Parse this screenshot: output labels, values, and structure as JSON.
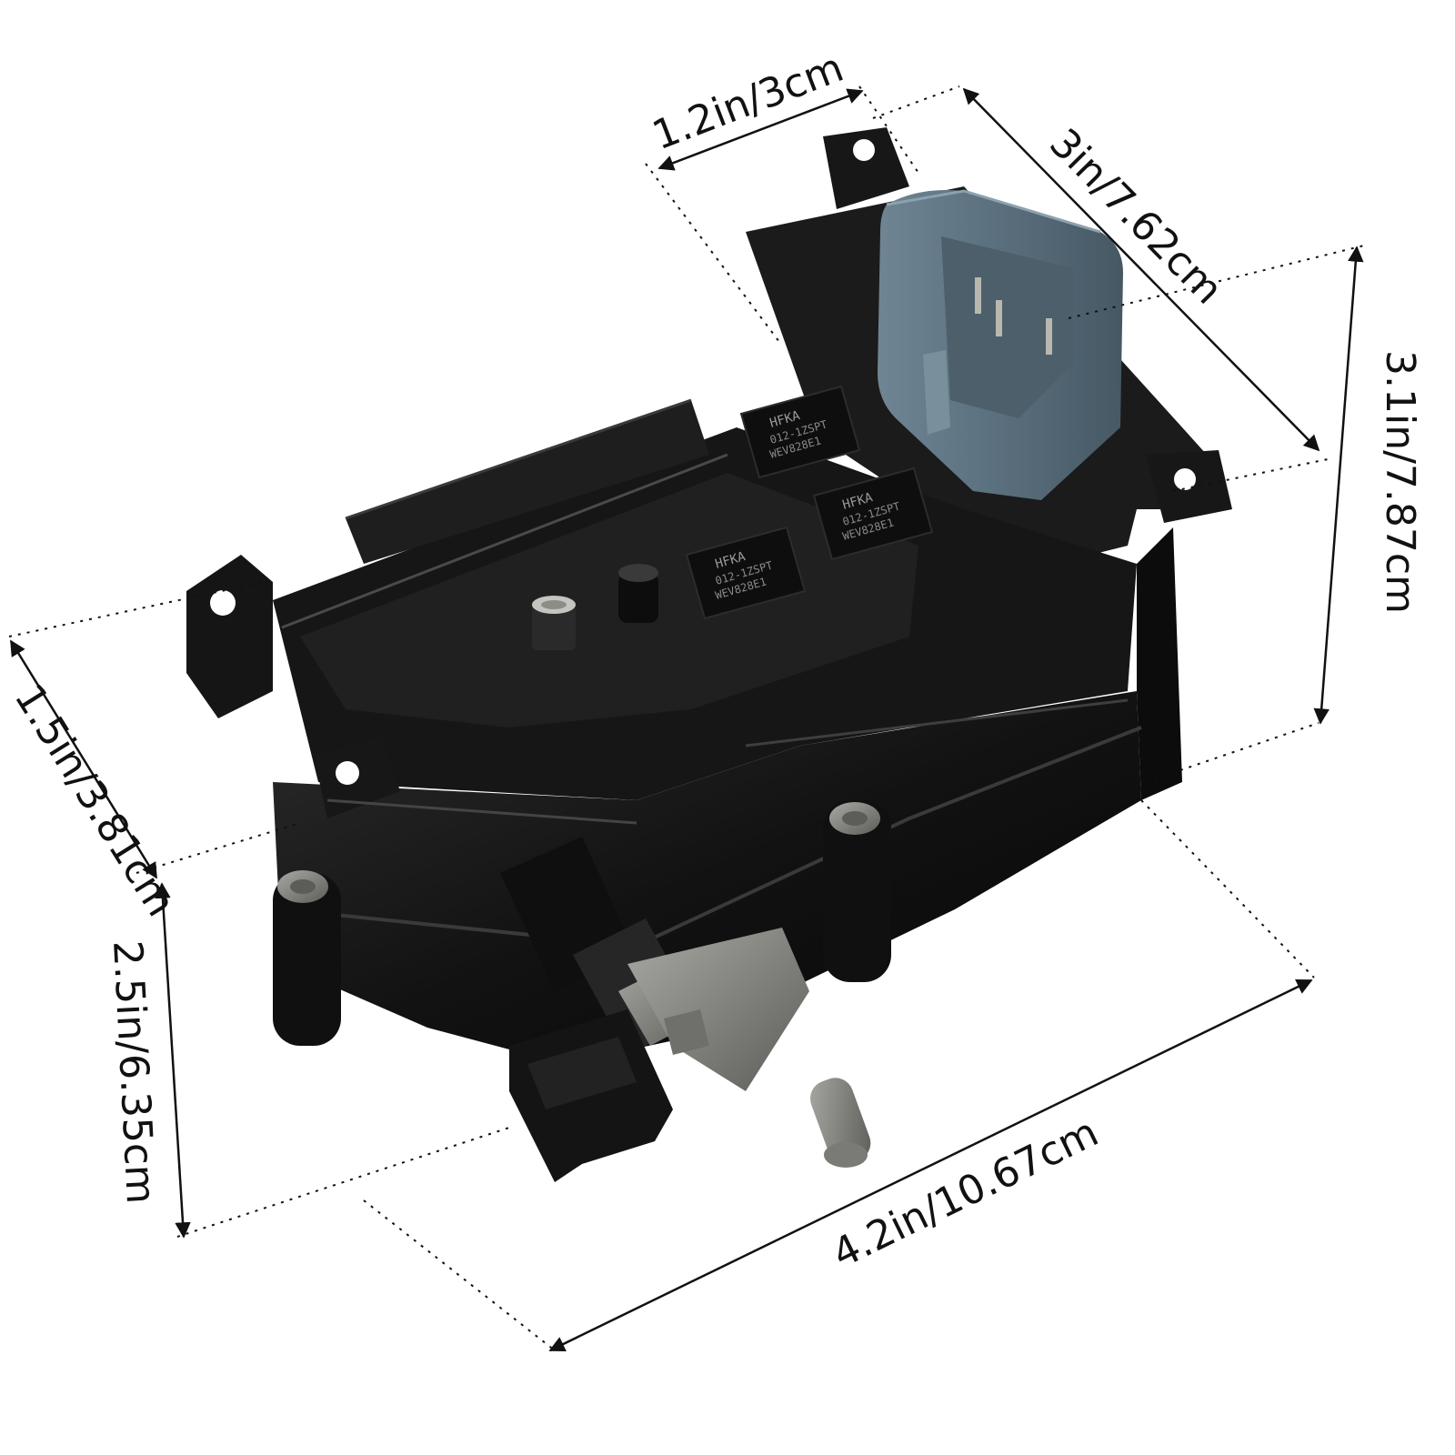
{
  "dimensions": {
    "top_depth": "1.2in/3cm",
    "top_width": "3in/7.62cm",
    "right_height": "3.1in/7.87cm",
    "left_depth": "1.5in/3.81cm",
    "left_height": "2.5in/6.35cm",
    "bottom_length": "4.2in/10.67cm"
  },
  "relay_text": {
    "brand": "HFKA",
    "model": "012-1ZSPT",
    "code": "WEV828E1"
  },
  "colors": {
    "background": "#ffffff",
    "housing": "#141414",
    "housing_highlight": "#3a3a3a",
    "connector": "#5f7583",
    "connector_light": "#7d92a0",
    "metal": "#8a8a86",
    "dimension_line": "#111111"
  }
}
